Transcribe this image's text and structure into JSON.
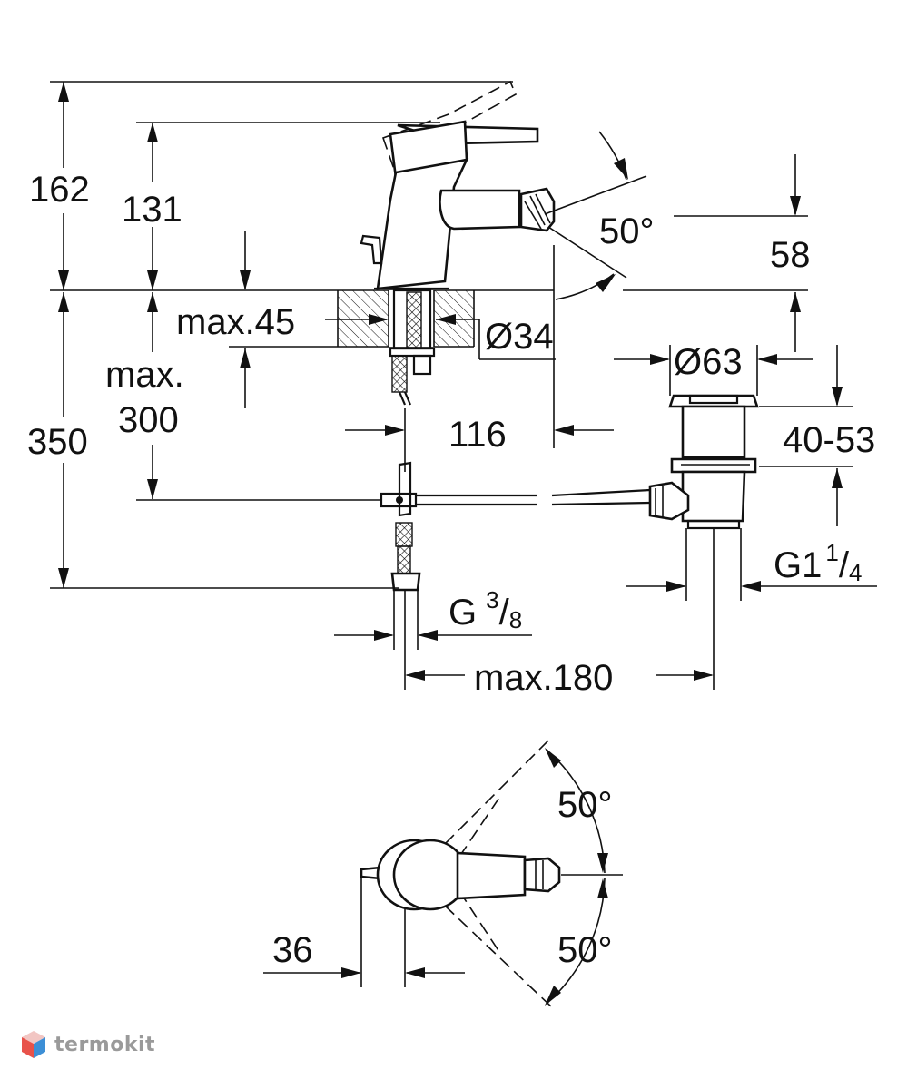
{
  "dimensions": {
    "height_total": "162",
    "height_spout": "131",
    "deck_thickness": "max.45",
    "hole_diameter": "Ø34",
    "below_deck_1": "max.",
    "below_deck_2": "300",
    "supply_length": "350",
    "spout_angle": "50°",
    "spout_height": "58",
    "reach": "116",
    "waste_diameter": "Ø63",
    "waste_range": "40-53",
    "waste_thread_main": "G1",
    "waste_thread_num": "1",
    "waste_thread_den": "4",
    "inlet_thread_main": "G",
    "inlet_thread_num": "3",
    "inlet_thread_den": "8",
    "pull_rod_length": "max.180",
    "swivel_left": "50°",
    "swivel_right": "50°",
    "body_diameter": "36"
  },
  "watermark": {
    "brand": "termokit",
    "colors": [
      "#e8524a",
      "#3d8fd6",
      "#f2c6c3"
    ]
  }
}
